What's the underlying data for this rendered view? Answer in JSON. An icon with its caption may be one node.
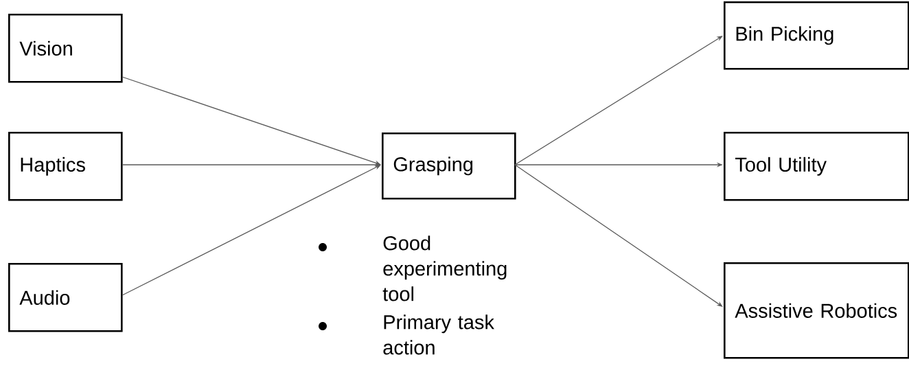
{
  "diagram": {
    "nodes": [
      {
        "text": [
          "Vision"
        ]
      },
      {
        "text": [
          "Haptics"
        ]
      },
      {
        "text": [
          "Audio"
        ]
      },
      {
        "text": [
          "Grasping"
        ]
      },
      {
        "text": [
          "Bin Picking"
        ]
      },
      {
        "text": [
          "Tool Utility"
        ]
      },
      {
        "text": [
          "Assistive Robotics"
        ]
      }
    ],
    "edges": [
      {
        "from": 0,
        "to": 3,
        "arrow": "to"
      },
      {
        "from": 1,
        "to": 3,
        "arrow": "to"
      },
      {
        "from": 2,
        "to": 3,
        "arrow": "to"
      },
      {
        "from": 3,
        "to": 4,
        "arrow": "to"
      },
      {
        "from": 3,
        "to": 5,
        "arrow": "to"
      },
      {
        "from": 3,
        "to": 6,
        "arrow": "to"
      }
    ],
    "labels": [
      "Good experimenting tool",
      "Primary task action"
    ]
  }
}
